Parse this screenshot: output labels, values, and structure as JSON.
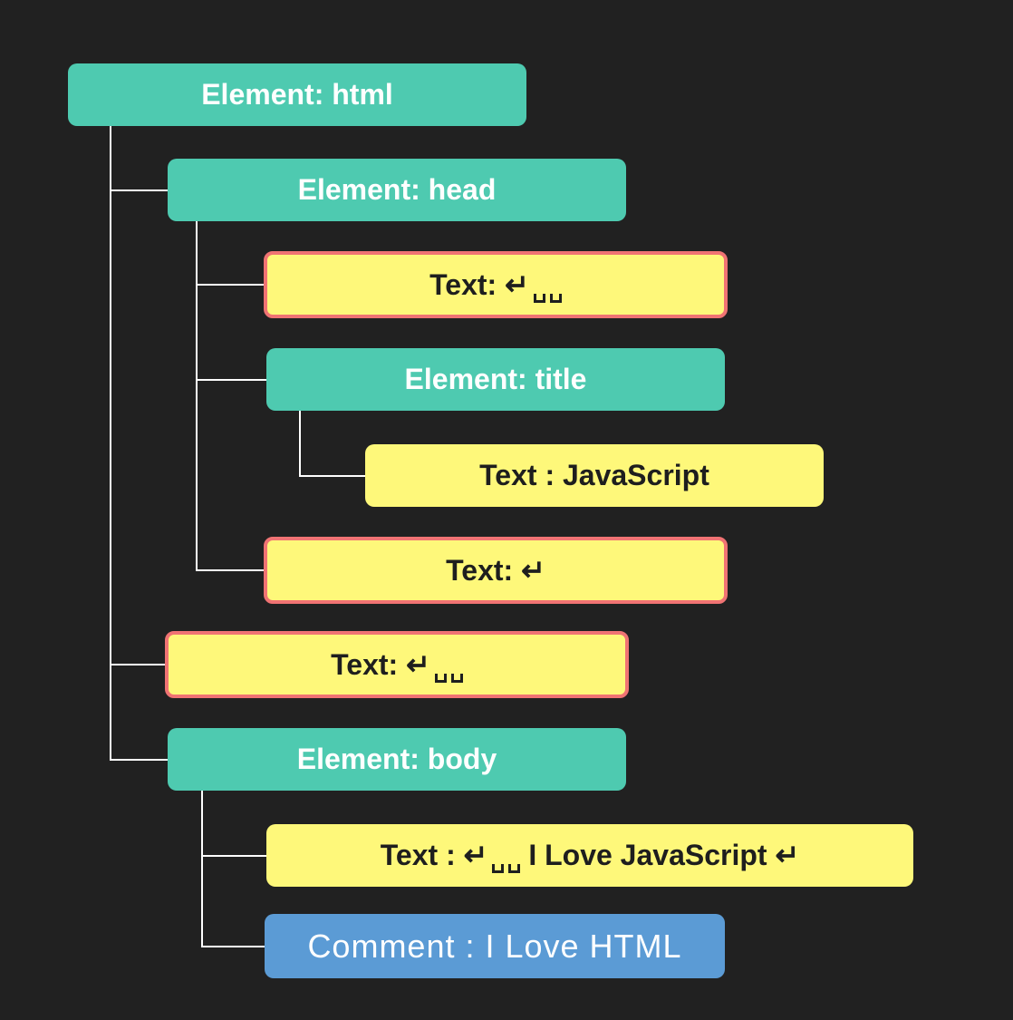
{
  "symbols": {
    "return": "↵",
    "space_icon": "space-icon"
  },
  "colors": {
    "background": "#212121",
    "element": "#4ecab0",
    "text": "#fef87a",
    "whitespace_border": "#f07373",
    "comment": "#5b9bd5",
    "connector": "#ffffff"
  },
  "nodes": [
    {
      "id": "html",
      "kind": "element",
      "depth": 0,
      "parent": null,
      "label": "Element: html"
    },
    {
      "id": "head",
      "kind": "element",
      "depth": 1,
      "parent": "html",
      "label": "Element: head"
    },
    {
      "id": "head-text-1",
      "kind": "text",
      "whitespace": true,
      "depth": 2,
      "parent": "head",
      "parts": [
        {
          "t": "Text: "
        },
        {
          "sym": "return"
        },
        {
          "sym": "space"
        },
        {
          "sym": "space"
        }
      ]
    },
    {
      "id": "title",
      "kind": "element",
      "depth": 2,
      "parent": "head",
      "label": "Element: title"
    },
    {
      "id": "title-text",
      "kind": "text",
      "whitespace": false,
      "depth": 3,
      "parent": "title",
      "parts": [
        {
          "t": "Text : JavaScript"
        }
      ]
    },
    {
      "id": "head-text-2",
      "kind": "text",
      "whitespace": true,
      "depth": 2,
      "parent": "head",
      "parts": [
        {
          "t": "Text: "
        },
        {
          "sym": "return"
        }
      ]
    },
    {
      "id": "html-text",
      "kind": "text",
      "whitespace": true,
      "depth": 1,
      "parent": "html",
      "parts": [
        {
          "t": "Text: "
        },
        {
          "sym": "return"
        },
        {
          "sym": "space"
        },
        {
          "sym": "space"
        }
      ]
    },
    {
      "id": "body",
      "kind": "element",
      "depth": 1,
      "parent": "html",
      "label": "Element: body"
    },
    {
      "id": "body-text",
      "kind": "text",
      "whitespace": false,
      "depth": 2,
      "parent": "body",
      "parts": [
        {
          "t": "Text : "
        },
        {
          "sym": "return"
        },
        {
          "sym": "space"
        },
        {
          "sym": "space"
        },
        {
          "t": " I Love JavaScript "
        },
        {
          "sym": "return"
        }
      ]
    },
    {
      "id": "comment",
      "kind": "comment",
      "depth": 2,
      "parent": "body",
      "label": "Comment : I Love HTML"
    }
  ]
}
